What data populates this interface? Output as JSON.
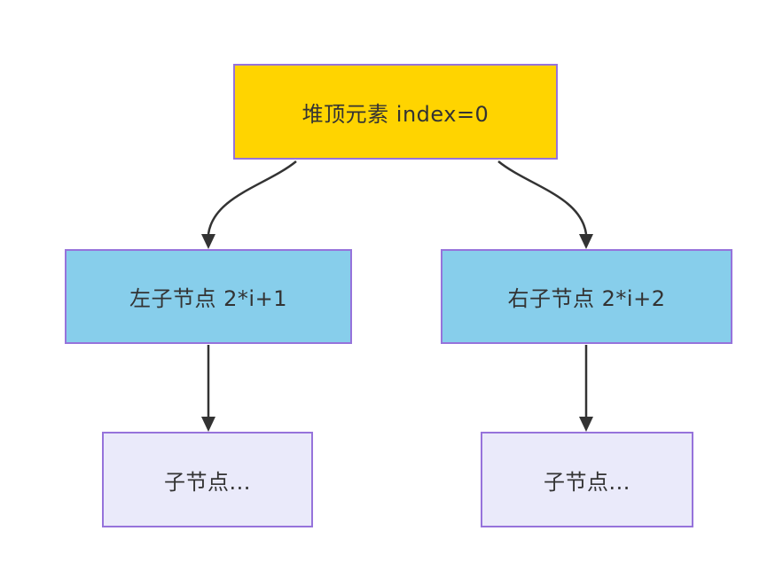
{
  "diagram": {
    "title": "heap-node-index-tree",
    "background_color": "#ffffff",
    "edge_color": "#333333",
    "text_color": "#333333",
    "border_color": "#9673DB",
    "nodes": {
      "root": {
        "label": "堆顶元素 index=0",
        "fill": "#FFD400"
      },
      "left_child": {
        "label": "左子节点 2*i+1",
        "fill": "#87CEEB"
      },
      "right_child": {
        "label": "右子节点 2*i+2",
        "fill": "#87CEEB"
      },
      "left_grandchild": {
        "label": "子节点...",
        "fill": "#EAEAFA"
      },
      "right_grandchild": {
        "label": "子节点...",
        "fill": "#EAEAFA"
      }
    },
    "edges": [
      {
        "from": "root",
        "to": "left_child",
        "style": "curved"
      },
      {
        "from": "root",
        "to": "right_child",
        "style": "curved"
      },
      {
        "from": "left_child",
        "to": "left_grandchild",
        "style": "straight"
      },
      {
        "from": "right_child",
        "to": "right_grandchild",
        "style": "straight"
      }
    ]
  }
}
